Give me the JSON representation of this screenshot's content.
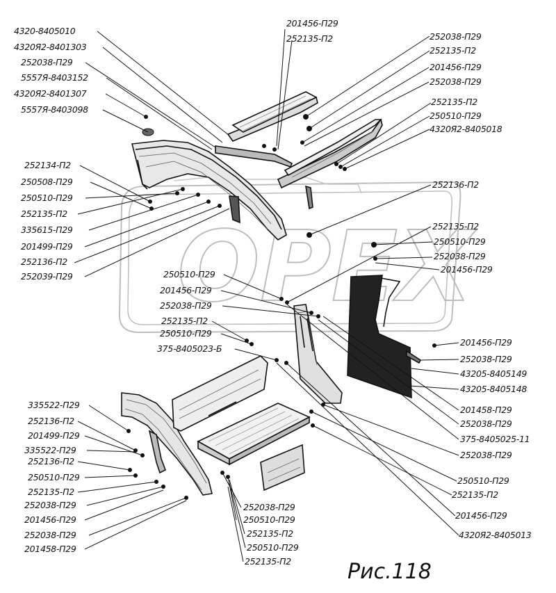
{
  "figure": {
    "caption": "Рис.118",
    "watermark": "OPEX"
  },
  "callouts": [
    {
      "id": "c01",
      "label": "4320-8405010"
    },
    {
      "id": "c02",
      "label": "4320Я2-8401303"
    },
    {
      "id": "c03",
      "label": "252038-П29"
    },
    {
      "id": "c04",
      "label": "5557Я-8403152"
    },
    {
      "id": "c05",
      "label": "4320Я2-8401307"
    },
    {
      "id": "c06",
      "label": "5557Я-8403098"
    },
    {
      "id": "c07",
      "label": "201456-П29"
    },
    {
      "id": "c08",
      "label": "252135-П2"
    },
    {
      "id": "c09",
      "label": "252038-П29"
    },
    {
      "id": "c10",
      "label": "252135-П2"
    },
    {
      "id": "c11",
      "label": "201456-П29"
    },
    {
      "id": "c12",
      "label": "252038-П29"
    },
    {
      "id": "c13",
      "label": "252135-П2"
    },
    {
      "id": "c14",
      "label": "250510-П29"
    },
    {
      "id": "c15",
      "label": "4320Я2-8405018"
    },
    {
      "id": "c16",
      "label": "252134-П2"
    },
    {
      "id": "c17",
      "label": "250508-П29"
    },
    {
      "id": "c18",
      "label": "250510-П29"
    },
    {
      "id": "c19",
      "label": "252135-П2"
    },
    {
      "id": "c20",
      "label": "335615-П29"
    },
    {
      "id": "c21",
      "label": "201499-П29"
    },
    {
      "id": "c22",
      "label": "252136-П2"
    },
    {
      "id": "c23",
      "label": "252039-П29"
    },
    {
      "id": "c24",
      "label": "252136-П2"
    },
    {
      "id": "c25",
      "label": "252135-П2"
    },
    {
      "id": "c26",
      "label": "250510-П29"
    },
    {
      "id": "c27",
      "label": "252038-П29"
    },
    {
      "id": "c28",
      "label": "201456-П29"
    },
    {
      "id": "c29",
      "label": "250510-П29"
    },
    {
      "id": "c30",
      "label": "201456-П29"
    },
    {
      "id": "c31",
      "label": "252038-П29"
    },
    {
      "id": "c32",
      "label": "252135-П2"
    },
    {
      "id": "c33",
      "label": "250510-П29"
    },
    {
      "id": "c34",
      "label": "375-8405023-Б"
    },
    {
      "id": "c35",
      "label": "201456-П29"
    },
    {
      "id": "c36",
      "label": "252038-П29"
    },
    {
      "id": "c37",
      "label": "43205-8405149"
    },
    {
      "id": "c38",
      "label": "43205-8405148"
    },
    {
      "id": "c39",
      "label": "201458-П29"
    },
    {
      "id": "c40",
      "label": "252038-П29"
    },
    {
      "id": "c41",
      "label": "375-8405025-11"
    },
    {
      "id": "c42",
      "label": "252038-П29"
    },
    {
      "id": "c43",
      "label": "335522-П29"
    },
    {
      "id": "c44",
      "label": "252136-П2"
    },
    {
      "id": "c45",
      "label": "201499-П29"
    },
    {
      "id": "c46",
      "label": "335522-П29"
    },
    {
      "id": "c47",
      "label": "252136-П2"
    },
    {
      "id": "c48",
      "label": "250510-П29"
    },
    {
      "id": "c49",
      "label": "252135-П2"
    },
    {
      "id": "c50",
      "label": "252038-П29"
    },
    {
      "id": "c51",
      "label": "201456-П29"
    },
    {
      "id": "c52",
      "label": "252038-П29"
    },
    {
      "id": "c53",
      "label": "201458-П29"
    },
    {
      "id": "c54",
      "label": "250510-П29"
    },
    {
      "id": "c55",
      "label": "252135-П2"
    },
    {
      "id": "c56",
      "label": "252038-П29"
    },
    {
      "id": "c57",
      "label": "250510-П29"
    },
    {
      "id": "c58",
      "label": "252135-П2"
    },
    {
      "id": "c59",
      "label": "250510-П29"
    },
    {
      "id": "c60",
      "label": "252135-П2"
    },
    {
      "id": "c61",
      "label": "201456-П29"
    },
    {
      "id": "c62",
      "label": "4320Я2-8405013"
    }
  ]
}
